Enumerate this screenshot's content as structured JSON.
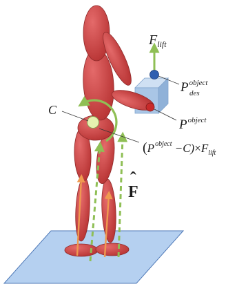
{
  "colors": {
    "body": "#c94343",
    "body_edge": "#8e2a2a",
    "ground": "#a9c8ee",
    "ground_edge": "#4f79b7",
    "box": "#a7c4e4",
    "force_green": "#8fbf55",
    "orange": "#ef9a50",
    "target_blue": "#2f5fb0",
    "com": "#e6f2b0"
  },
  "labels": {
    "f_lift": {
      "main": "F",
      "sub": "lift"
    },
    "p_des": {
      "main": "P",
      "sup": "object",
      "sub": "des"
    },
    "p_object": {
      "main": "P",
      "sup": "object"
    },
    "c": "C",
    "torque": {
      "open": "(",
      "p": "P",
      "sup": "object",
      "minus_c": " −C)",
      "times": "×",
      "f": "F",
      "sub": "lift"
    },
    "f_hat": {
      "hat": "ˆ",
      "main": "F"
    }
  }
}
